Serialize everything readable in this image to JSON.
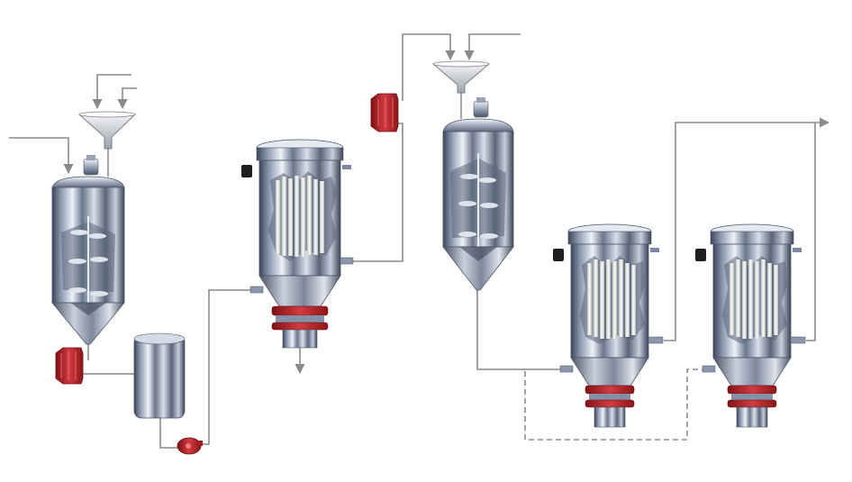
{
  "diagram": {
    "type": "process-flow",
    "colors": {
      "pipe": "#8a8a8a",
      "steel_light": "#eef2f8",
      "steel_mid": "#a9b3c6",
      "steel_dark": "#4c5567",
      "pump_red": "#c0282d",
      "flange_red": "#b3232a",
      "background": "#ffffff"
    },
    "equipment": [
      {
        "id": "feed-funnel-1",
        "icon": "funnel-icon"
      },
      {
        "id": "reactor-1",
        "icon": "agitated-conical-vessel-icon"
      },
      {
        "id": "pump-1",
        "icon": "pump-icon"
      },
      {
        "id": "holding-tank",
        "icon": "tank-icon"
      },
      {
        "id": "transfer-pump",
        "icon": "pump-icon"
      },
      {
        "id": "filter-1",
        "icon": "candle-filter-icon"
      },
      {
        "id": "pump-2",
        "icon": "pump-icon"
      },
      {
        "id": "feed-funnel-2",
        "icon": "funnel-icon"
      },
      {
        "id": "reactor-2",
        "icon": "agitated-conical-vessel-icon"
      },
      {
        "id": "filter-2",
        "icon": "candle-filter-icon"
      },
      {
        "id": "filter-3",
        "icon": "candle-filter-icon"
      }
    ],
    "streams": [
      {
        "id": "feed-a",
        "style": "solid"
      },
      {
        "id": "feed-b",
        "style": "solid"
      },
      {
        "id": "feed-c",
        "style": "solid"
      },
      {
        "id": "reactor1-to-tank",
        "style": "solid"
      },
      {
        "id": "tank-to-filter1",
        "style": "solid"
      },
      {
        "id": "filter1-bottom-out",
        "style": "solid"
      },
      {
        "id": "filter1-to-pump2",
        "style": "solid"
      },
      {
        "id": "feed-d",
        "style": "solid"
      },
      {
        "id": "feed-e",
        "style": "solid"
      },
      {
        "id": "reactor2-to-filter2",
        "style": "solid"
      },
      {
        "id": "filter2-to-outlet",
        "style": "solid"
      },
      {
        "id": "filter3-to-outlet",
        "style": "solid"
      },
      {
        "id": "bypass-recycle",
        "style": "dashed"
      }
    ]
  }
}
